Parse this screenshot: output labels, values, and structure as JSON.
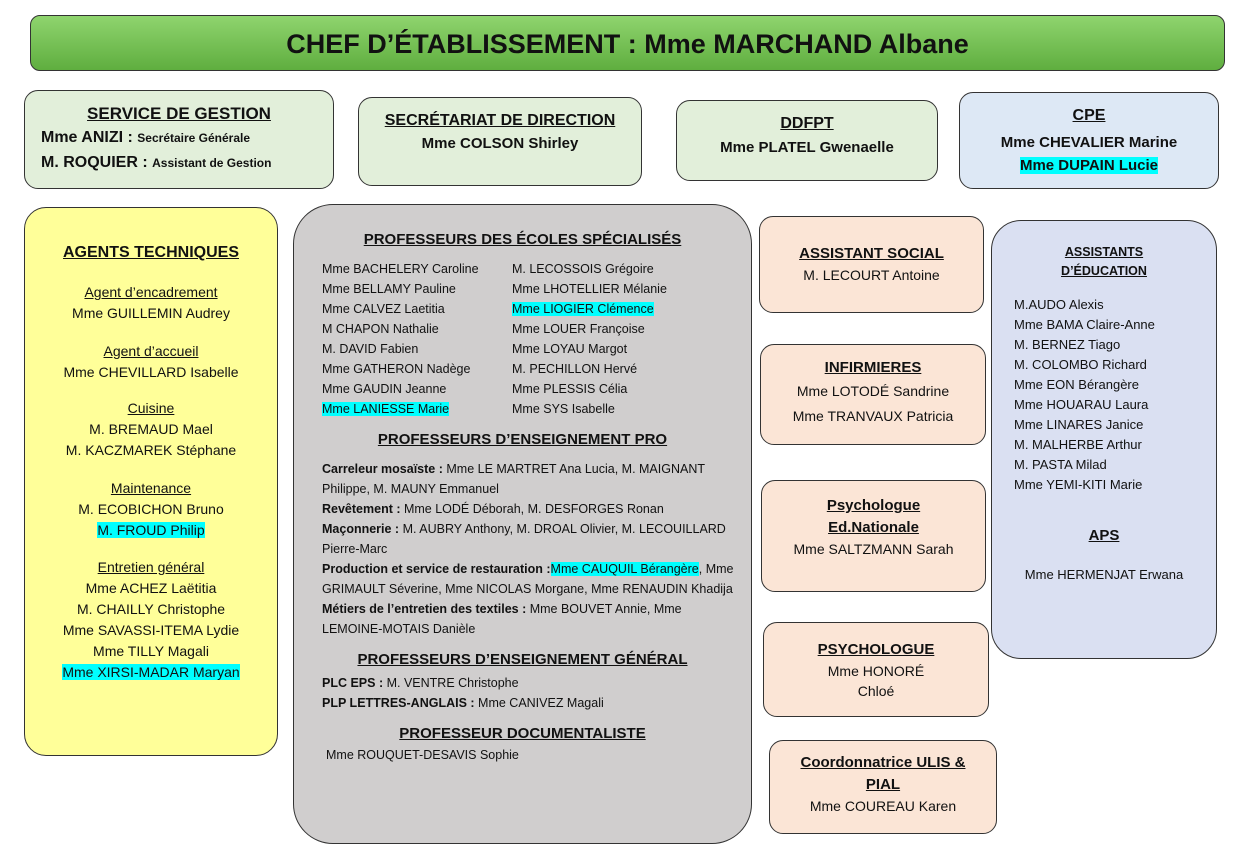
{
  "header": "CHEF D’ÉTABLISSEMENT : Mme MARCHAND Albane",
  "gestion": {
    "title": "SERVICE DE GESTION",
    "r1n": "Mme ANIZI : ",
    "r1r": "Secrétaire Générale",
    "r2n": "M. ROQUIER : ",
    "r2r": "Assistant de Gestion"
  },
  "secretariat": {
    "title": "SECRÉTARIAT DE DIRECTION",
    "name": "Mme COLSON Shirley"
  },
  "ddfpt": {
    "title": "DDFPT",
    "name": "Mme PLATEL Gwenaelle"
  },
  "cpe": {
    "title": "CPE",
    "names": [
      "Mme CHEVALIER Marine",
      "Mme DUPAIN Lucie"
    ]
  },
  "agents": {
    "title": "AGENTS TECHNIQUES",
    "encadrement": "Agent d’encadrement",
    "enc_names": [
      "Mme GUILLEMIN Audrey"
    ],
    "accueil": "Agent d’accueil",
    "acc_names": [
      "Mme CHEVILLARD Isabelle"
    ],
    "cuisine": "Cuisine",
    "cui_names": [
      "M. BREMAUD Mael",
      "M. KACZMAREK Stéphane"
    ],
    "maintenance": "Maintenance",
    "main_names": [
      "M. ECOBICHON Bruno",
      "M. FROUD Philip"
    ],
    "entretien": "Entretien général",
    "ent_names": [
      "Mme ACHEZ Laëtitia",
      "M. CHAILLY Christophe",
      "Mme SAVASSI-ITEMA Lydie",
      "Mme TILLY Magali",
      "Mme XIRSI-MADAR Maryan"
    ]
  },
  "profs": {
    "pe_title": "PROFESSEURS DES ÉCOLES SPÉCIALISÉS",
    "pe": [
      "Mme BACHELERY Caroline",
      "M. LECOSSOIS Grégoire",
      "Mme BELLAMY Pauline",
      "Mme LHOTELLIER Mélanie",
      "Mme CALVEZ Laetitia",
      "Mme LIOGIER Clémence",
      "M CHAPON Nathalie",
      "Mme LOUER Françoise",
      "M. DAVID Fabien",
      "Mme LOYAU Margot",
      "Mme GATHERON Nadège",
      "M. PECHILLON Hervé",
      "Mme GAUDIN Jeanne",
      "Mme PLESSIS Célia",
      "Mme LANIESSE Marie",
      "Mme SYS Isabelle"
    ],
    "pro_title": "PROFESSEURS D’ENSEIGNEMENT PRO",
    "pro": [
      {
        "label": "Carreleur mosaïste :",
        "text": " Mme LE MARTRET Ana Lucia, M. MAIGNANT Philippe, M. MAUNY Emmanuel"
      },
      {
        "label": "Revêtement :",
        "text": " Mme LODÉ Déborah, M. DESFORGES Ronan"
      },
      {
        "label": "Maçonnerie :",
        "text": " M. AUBRY Anthony, M. DROAL Olivier, M. LECOUILLARD Pierre-Marc"
      },
      {
        "label": "Production et service de restauration :",
        "hl": "Mme CAUQUIL Bérangère",
        "text": ", Mme GRIMAULT Séverine, Mme NICOLAS Morgane, Mme RENAUDIN Khadija"
      },
      {
        "label": "Métiers de l’entretien des textiles :",
        "text": " Mme BOUVET Annie, Mme LEMOINE-MOTAIS Danièle"
      }
    ],
    "gen_title": "PROFESSEURS D’ENSEIGNEMENT GÉNÉRAL",
    "gen": [
      {
        "label": "PLC EPS :",
        "text": " M. VENTRE Christophe"
      },
      {
        "label": "PLP LETTRES-ANGLAIS :",
        "text": " Mme CANIVEZ Magali"
      }
    ],
    "doc_title": "PROFESSEUR DOCUMENTALISTE",
    "doc": "Mme ROUQUET-DESAVIS Sophie"
  },
  "social": {
    "title": "ASSISTANT SOCIAL",
    "name": "M. LECOURT Antoine"
  },
  "infirm": {
    "title": "INFIRMIERES",
    "names": [
      "Mme LOTODÉ Sandrine",
      "Mme TRANVAUX Patricia"
    ]
  },
  "psyen": {
    "title1": "Psychologue",
    "title2": "Ed.Nationale",
    "name": "Mme SALTZMANN Sarah"
  },
  "psy": {
    "title": "PSYCHOLOGUE",
    "names": [
      "Mme HONORÉ",
      "Chloé"
    ]
  },
  "ulis": {
    "title1": "Coordonnatrice ULIS &",
    "title2": "PIAL",
    "name": "Mme COUREAU Karen"
  },
  "aed": {
    "title1": "ASSISTANTS",
    "title2": "D’ÉDUCATION",
    "names": [
      "M.AUDO Alexis",
      "Mme BAMA Claire-Anne",
      "M. BERNEZ Tiago",
      "M. COLOMBO Richard",
      "Mme EON Bérangère",
      "Mme HOUARAU Laura",
      "Mme LINARES Janice",
      "M. MALHERBE Arthur",
      "M. PASTA Milad",
      "Mme YEMI-KITI Marie"
    ],
    "aps_title": "APS",
    "aps": "Mme HERMENJAT Erwana"
  }
}
